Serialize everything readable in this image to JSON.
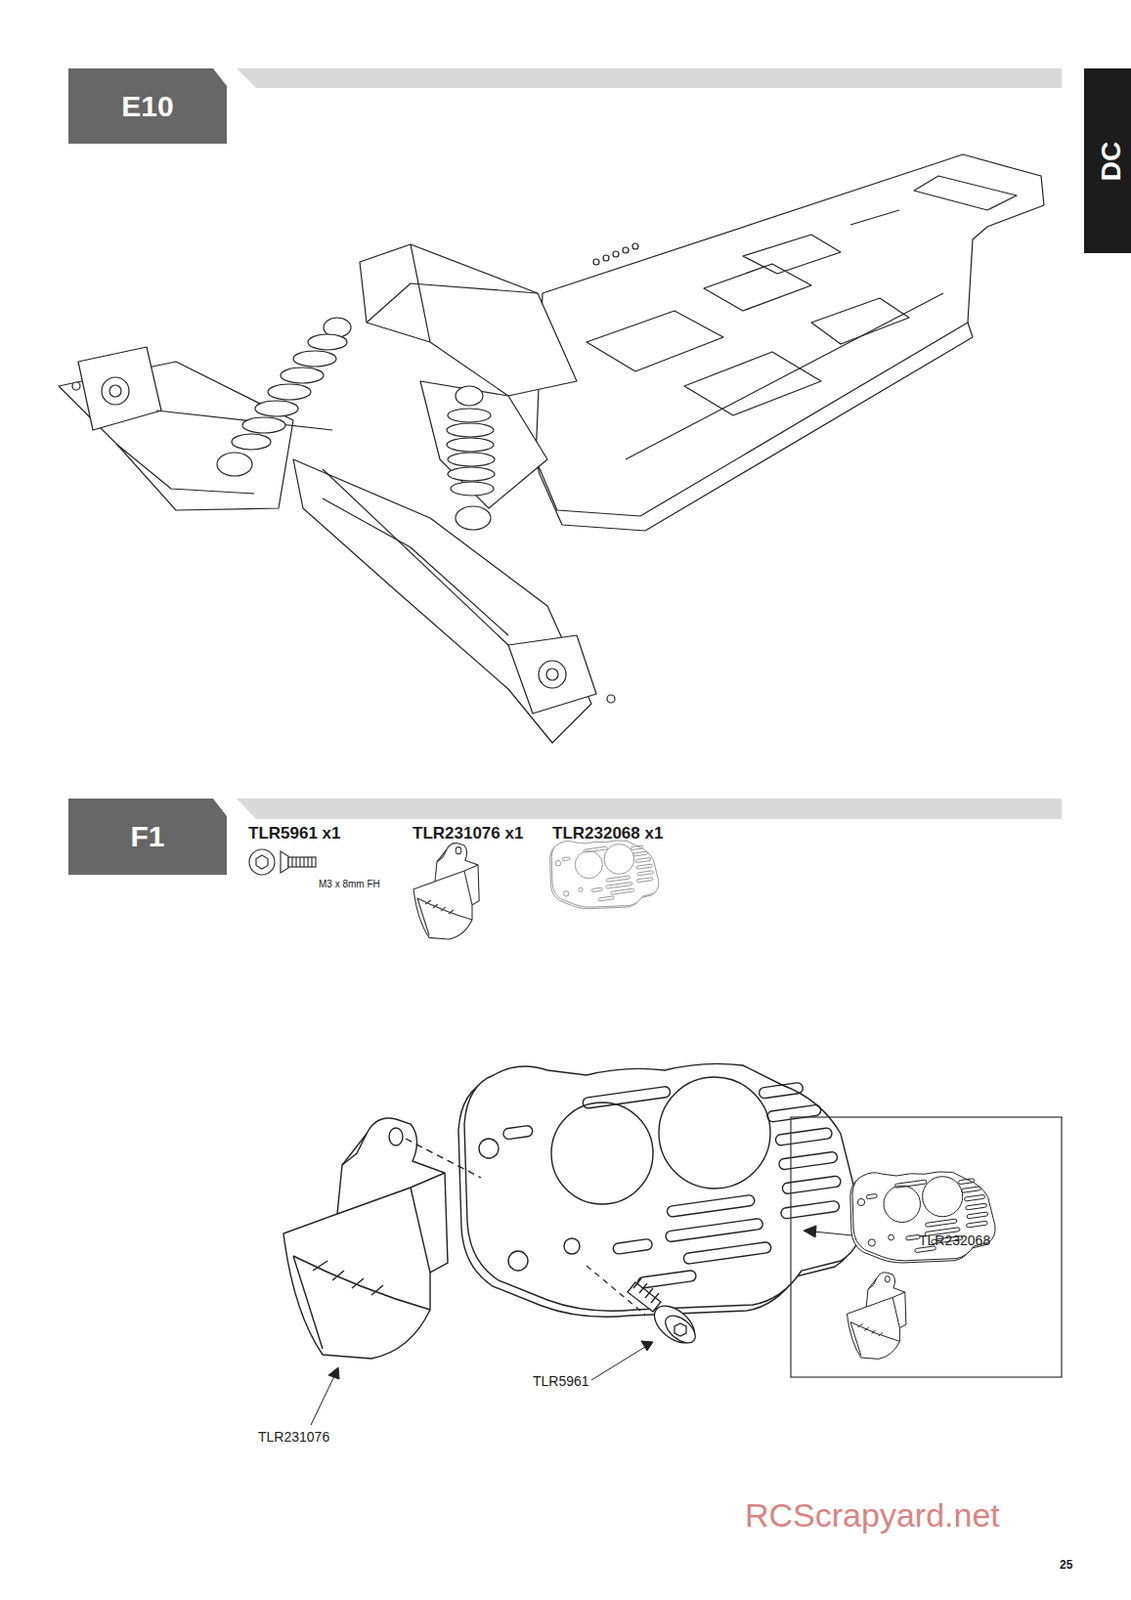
{
  "diagram": {
    "nodes": [
      {
        "text": [
          "E10"
        ]
      },
      {
        "text": [
          "DC"
        ]
      },
      {
        "text": [
          "F1"
        ]
      }
    ],
    "labels": [
      "TLR5961 x1",
      "M3 x 8mm FH",
      "TLR231076 x1",
      "TLR232068 x1",
      "TLR232068",
      "TLR5961",
      "TLR231076",
      "RCScrapyard.net",
      "25"
    ]
  }
}
